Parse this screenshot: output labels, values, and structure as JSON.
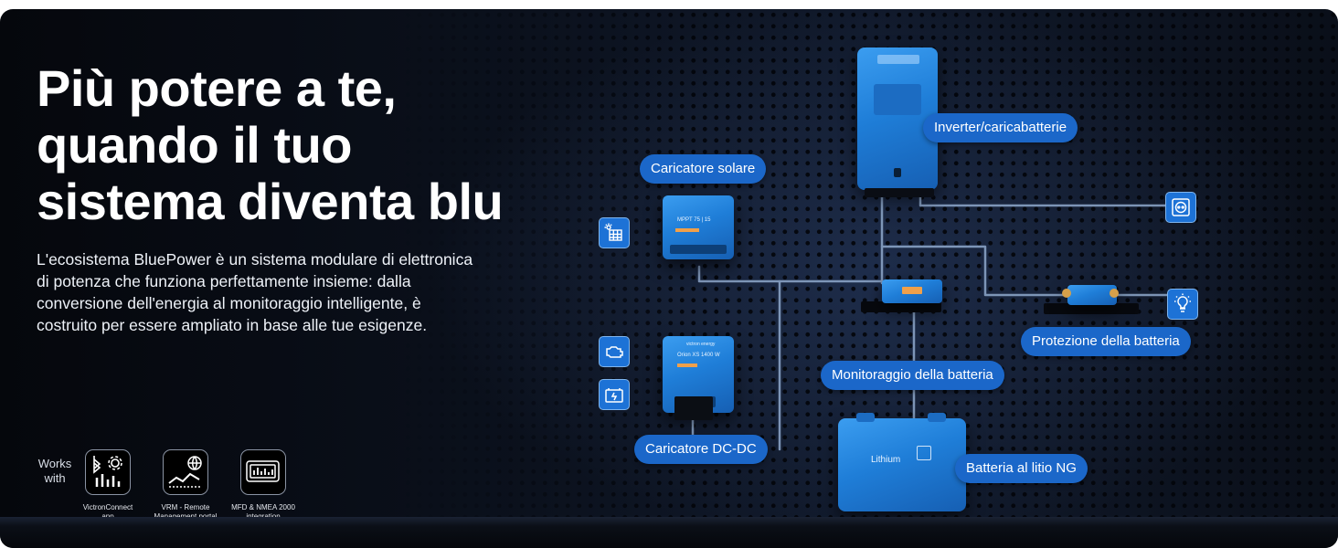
{
  "headline": {
    "line1": "Più potere a te,",
    "line2": "quando il tuo",
    "line3": "sistema diventa blu"
  },
  "intro": {
    "line1": "L'ecosistema BluePower è un sistema modulare di elettronica",
    "line2": "di potenza che funziona perfettamente insieme: dalla",
    "line3": "conversione dell'energia al monitoraggio intelligente, è",
    "line4": "costruito per essere ampliato in base alle tue esigenze."
  },
  "works_with": {
    "line1": "Works",
    "line2": "with",
    "apps": [
      {
        "line1": "VictronConnect",
        "line2": "app",
        "icon": "bluetooth-settings-chart-icon"
      },
      {
        "line1": "VRM - Remote",
        "line2": "Management portal",
        "icon": "globe-chart-icon"
      },
      {
        "line1": "MFD & NMEA 2000",
        "line2": "integration",
        "icon": "display-icon"
      }
    ]
  },
  "labels": {
    "inverter": "Inverter/caricabatterie",
    "solar": "Caricatore solare",
    "dcdc": "Caricatore DC-DC",
    "monitor": "Monitoraggio della batteria",
    "protect": "Protezione della batteria",
    "lithium": "Batteria al litio NG"
  },
  "device_text": {
    "solar_model": "MPPT 75 | 15",
    "dcdc_model": "Orion XS 1400 W",
    "battery_model": "Lithium",
    "brand": "victron energy"
  },
  "icons": {
    "solar": "solar-panel-icon",
    "engine": "engine-icon",
    "battery": "battery-icon",
    "socket": "power-socket-icon",
    "light": "light-bulb-icon"
  },
  "colors": {
    "accent": "#1b67c9",
    "device_blue": "#1f7ed8",
    "background": "#0b111d"
  }
}
